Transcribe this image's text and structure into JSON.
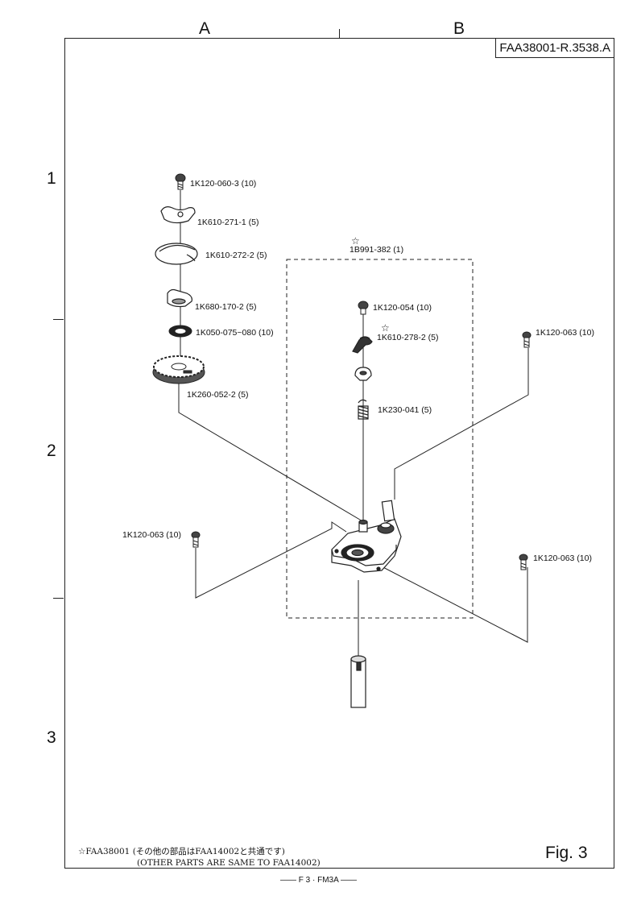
{
  "header": {
    "column_a": "A",
    "column_b": "B",
    "document_id": "FAA38001-R.3538.A"
  },
  "rows": [
    "1",
    "2",
    "3"
  ],
  "group": {
    "star": "☆",
    "label": "1B991-382 (1)"
  },
  "parts": {
    "screw_top": "1K120-060-3 (10)",
    "spring_plate": "1K610-271-1 (5)",
    "cam_plate": "1K610-272-2 (5)",
    "cam_holder": "1K680-170-2 (5)",
    "washer": "1K050-075~080 (10)",
    "gear": "1K260-052-2 (5)",
    "group_screw": "1K120-054 (10)",
    "group_lever": "1K610-278-2 (5)",
    "group_spring": "1K230-041 (5)",
    "screw_right_top": "1K120-063 (10)",
    "screw_left": "1K120-063 (10)",
    "screw_right_bottom": "1K120-063 (10)"
  },
  "lever_star": "☆",
  "note": {
    "line1": "☆FAA38001 (その他の部品はFAA14002と共通です)",
    "line2": "(OTHER PARTS ARE SAME TO FAA14002)"
  },
  "figure_label": "Fig.  3",
  "footer": "—— F 3 · FM3A ——"
}
